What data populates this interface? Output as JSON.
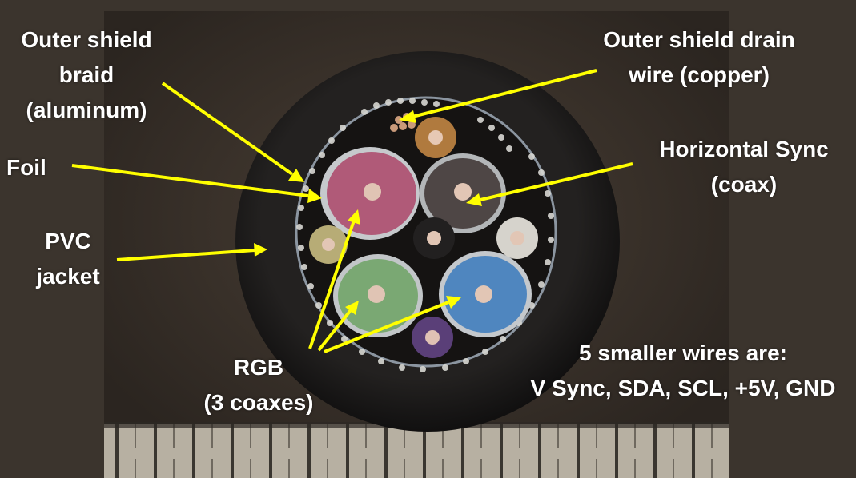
{
  "labels": {
    "outer_shield_braid": [
      "Outer shield",
      "braid",
      "(aluminum)"
    ],
    "outer_shield_drain": [
      "Outer shield drain",
      "wire (copper)"
    ],
    "foil": [
      "Foil"
    ],
    "horizontal_sync": [
      "Horizontal Sync",
      "(coax)"
    ],
    "pvc_jacket": [
      "PVC",
      "jacket"
    ],
    "rgb": [
      "RGB",
      "(3 coaxes)"
    ],
    "smaller_wires": [
      "5 smaller wires are:",
      "V Sync, SDA, SCL, +5V, GND"
    ]
  },
  "colors": {
    "background": "#3b342d",
    "arrow": "#ffff00",
    "text": "#ffffff",
    "jacket": "#1c1b1a",
    "red_coax": "#b05a78",
    "green_coax": "#7aa873",
    "blue_coax": "#4f86bf",
    "hsync_coax": "#4e4645",
    "ruler": "#b8b2a5"
  }
}
